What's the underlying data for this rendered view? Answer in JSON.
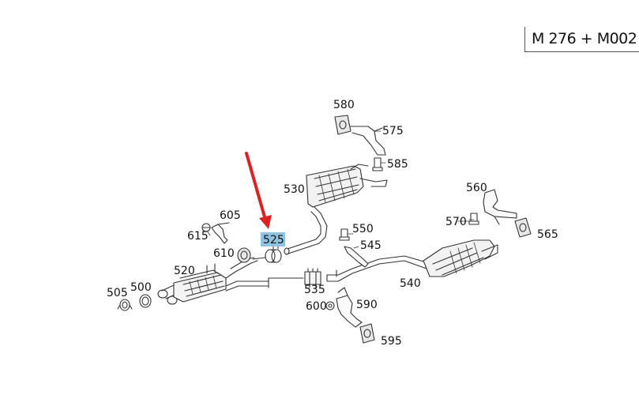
{
  "model": "M 276 + M002",
  "highlight_part": "525",
  "parts": [
    {
      "id": "p580",
      "label": "580"
    },
    {
      "id": "p575",
      "label": "575"
    },
    {
      "id": "p585",
      "label": "585"
    },
    {
      "id": "p530",
      "label": "530"
    },
    {
      "id": "p560",
      "label": "560"
    },
    {
      "id": "p570",
      "label": "570"
    },
    {
      "id": "p565",
      "label": "565"
    },
    {
      "id": "p605",
      "label": "605"
    },
    {
      "id": "p615",
      "label": "615"
    },
    {
      "id": "p550",
      "label": "550"
    },
    {
      "id": "p525",
      "label": "525"
    },
    {
      "id": "p545",
      "label": "545"
    },
    {
      "id": "p610",
      "label": "610"
    },
    {
      "id": "p520",
      "label": "520"
    },
    {
      "id": "p540",
      "label": "540"
    },
    {
      "id": "p535",
      "label": "535"
    },
    {
      "id": "p505",
      "label": "505"
    },
    {
      "id": "p500",
      "label": "500"
    },
    {
      "id": "p600",
      "label": "600"
    },
    {
      "id": "p590",
      "label": "590"
    },
    {
      "id": "p595",
      "label": "595"
    }
  ],
  "colors": {
    "arrow": "#e02020",
    "highlight": "#8fc3df",
    "line": "#333333"
  }
}
